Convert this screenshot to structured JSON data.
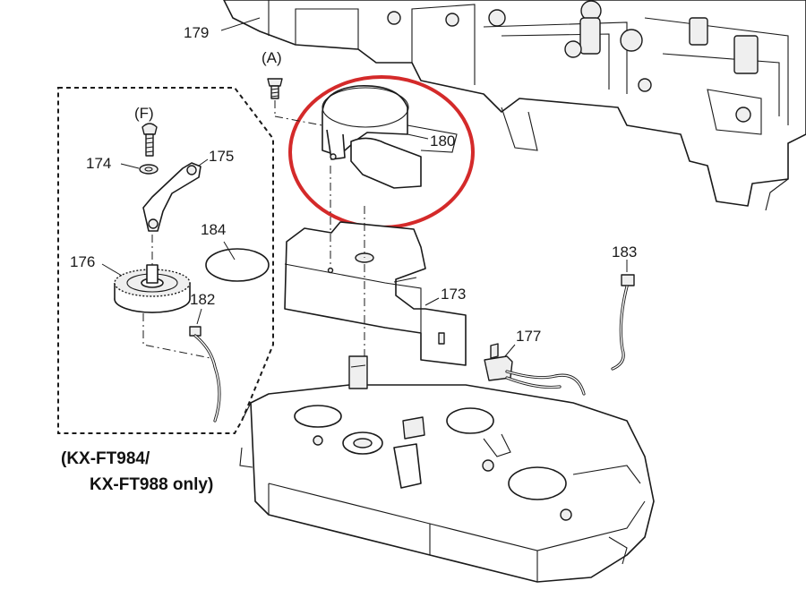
{
  "diagram": {
    "labels": {
      "p179": "179",
      "pA": "(A)",
      "p180": "180",
      "pF": "(F)",
      "p174": "174",
      "p175": "175",
      "p184": "184",
      "p176": "176",
      "p182": "182",
      "p173": "173",
      "p183": "183",
      "p177": "177"
    },
    "note_line1": "(KX-FT984/",
    "note_line2": "KX-FT988 only)",
    "highlight_color": "#d42a2a"
  }
}
